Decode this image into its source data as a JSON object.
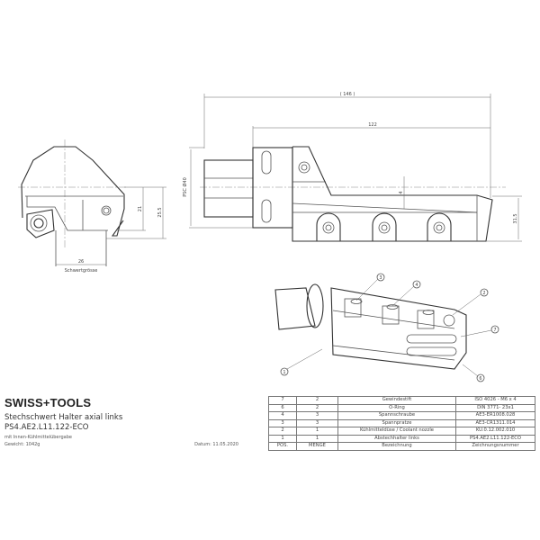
{
  "title_block": {
    "brand": "SWISS+TOOLS",
    "title": "Stechschwert Halter axial links",
    "part_number": "PS4.AE2.L11.122-ECO",
    "note": "mit Innen-Kühlmittelübergabe",
    "weight": "Gewicht: 1042g",
    "date": "Datum: 11.05.2020"
  },
  "dimensions": {
    "overall_length": "( 146 )",
    "body_length": "122",
    "shank": "PSC Ø40",
    "offset": "4",
    "height_right": "31.5",
    "height_21": "21",
    "height_25_5": "25.5",
    "width_26": "26",
    "blade_size_label": "Schwertgrösse"
  },
  "balloons": [
    "3",
    "4",
    "2",
    "7",
    "1",
    "6"
  ],
  "parts_list": {
    "headers": [
      "POS.",
      "MENGE",
      "Bezeichnung",
      "Zeichnungsnummer"
    ],
    "rows": [
      [
        "7",
        "2",
        "Gewindestift",
        "ISO 4026 - M6 x 4"
      ],
      [
        "6",
        "2",
        "O-Ring",
        "DIN 3771- 23x1"
      ],
      [
        "4",
        "3",
        "Spannschraube",
        "AE3-ER1008.028"
      ],
      [
        "3",
        "3",
        "Spannpratze",
        "AE3-CR1311.014"
      ],
      [
        "2",
        "1",
        "Kühlmitteldüse / Coolant nozzle",
        "KU.0.12.002.010"
      ],
      [
        "1",
        "1",
        "Abstechhalter links",
        "PS4.AE2.L11.122-ECO"
      ]
    ]
  }
}
